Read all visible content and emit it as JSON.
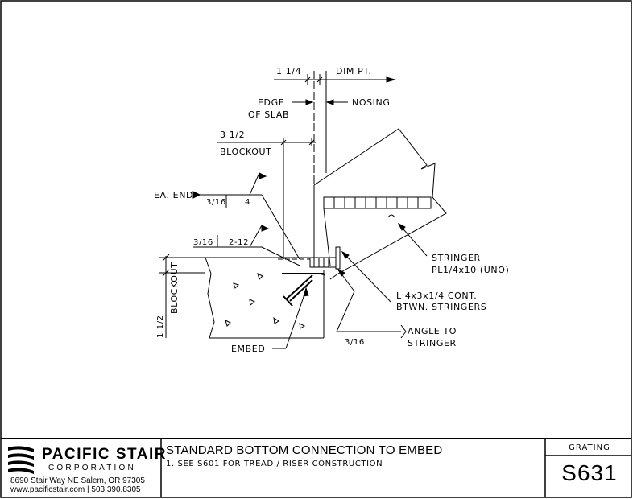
{
  "drawing": {
    "dim_top": "1 1/4",
    "dim_pt": "DIM PT.",
    "edge_line1": "EDGE",
    "edge_line2": "OF SLAB",
    "nosing": "NOSING",
    "blockout_dim": "3 1/2",
    "blockout": "BLOCKOUT",
    "ea_end": "EA. END",
    "weld1_size": "3/16",
    "weld1_len": "4",
    "weld2_size": "3/16",
    "weld2_len": "2-12",
    "stringer_line1": "STRINGER",
    "stringer_line2": "PL1/4x10 (UNO)",
    "angle_line1": "L 4x3x1/4 CONT.",
    "angle_line2": "BTWN. STRINGERS",
    "blockout_vert": "BLOCKOUT",
    "vert_dim": "1 1/2",
    "embed": "EMBED",
    "weld3_size": "3/16",
    "angle_to_line1": "ANGLE TO",
    "angle_to_line2": "STRINGER"
  },
  "titleblock": {
    "company": "PACIFIC STAIR",
    "corporation": "CORPORATION",
    "address": "8690 Stair Way NE Salem, OR 97305",
    "contact": "www.pacificstair.com | 503.390.8305",
    "title": "STANDARD BOTTOM CONNECTION TO EMBED",
    "note": "1. SEE S601 FOR TREAD / RISER CONSTRUCTION",
    "category": "GRATING",
    "sheet": "S631"
  }
}
